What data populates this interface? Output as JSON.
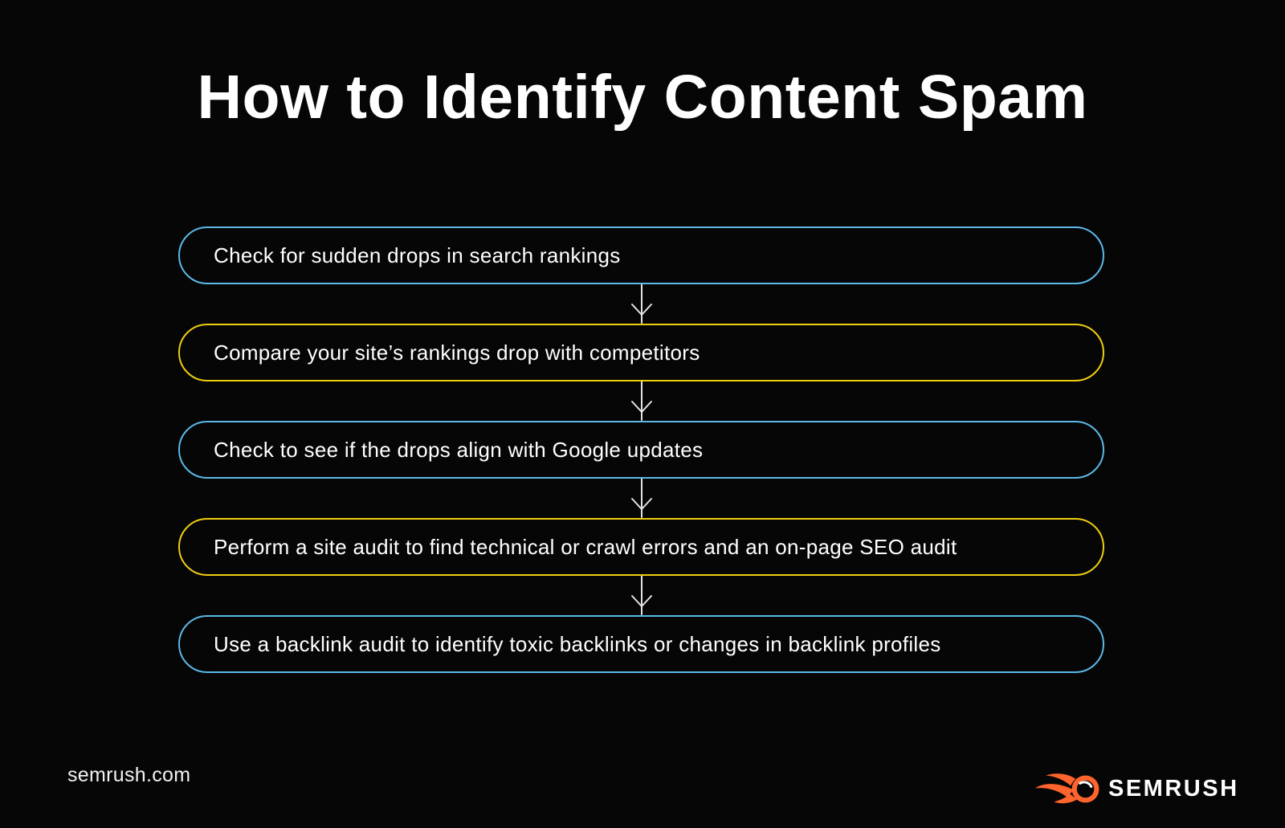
{
  "title": "How to Identify Content Spam",
  "flow": {
    "steps": [
      {
        "label": "Check for sudden drops in search rankings",
        "border_color": "#5bb9e8"
      },
      {
        "label": "Compare your site’s rankings drop with competitors",
        "border_color": "#efcd10"
      },
      {
        "label": "Check to see if the drops align with Google updates",
        "border_color": "#5bb9e8"
      },
      {
        "label": "Perform a site audit to find technical or crawl errors and an on-page SEO audit",
        "border_color": "#efcd10"
      },
      {
        "label": "Use a backlink audit to identify toxic backlinks or changes in backlink profiles",
        "border_color": "#5bb9e8"
      }
    ],
    "connector_color": "#e2e2e2"
  },
  "footer": {
    "website": "semrush.com",
    "logo_text": "SEMRUSH",
    "logo_orange": "#ff642d",
    "text_color": "#ffffff"
  },
  "colors": {
    "background": "#060606",
    "title_text": "#ffffff",
    "step_text": "#ffffff"
  }
}
